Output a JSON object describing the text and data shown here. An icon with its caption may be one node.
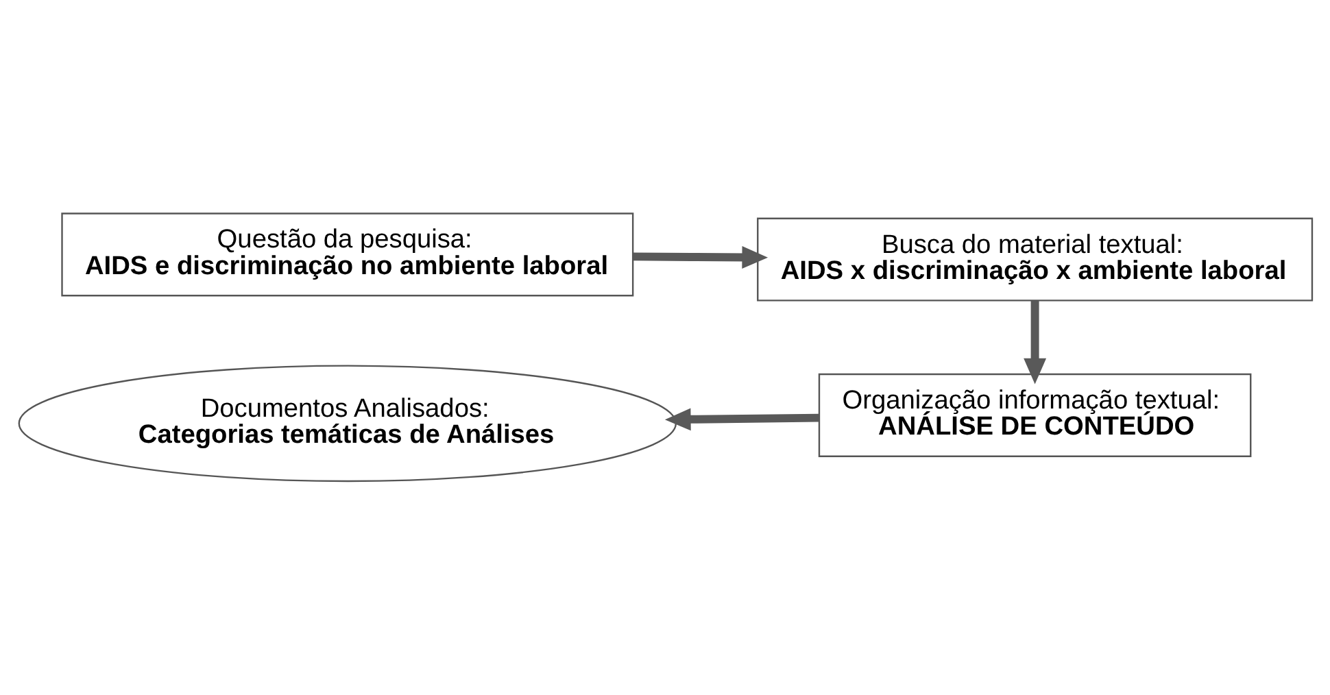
{
  "diagram": {
    "nodes": [
      {
        "text": [
          "Questão da pesquisa:",
          "AIDS e discriminação no ambiente laboral"
        ]
      },
      {
        "text": [
          "Busca do material textual:",
          "AIDS x discriminação x ambiente laboral"
        ]
      },
      {
        "text": [
          "Organização informação textual:",
          "ANÁLISE DE CONTEÚDO"
        ]
      },
      {
        "text": [
          "Documentos Analisados:",
          "Categorias temáticas de Análises"
        ]
      }
    ],
    "edges": [
      {
        "from": 0,
        "to": 1,
        "arrow": "to"
      },
      {
        "from": 1,
        "to": 2,
        "arrow": "to"
      },
      {
        "from": 2,
        "to": 3,
        "arrow": "to"
      }
    ]
  }
}
